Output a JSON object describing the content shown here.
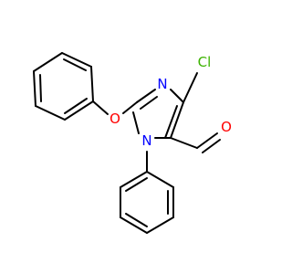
{
  "molecule": {
    "atoms": {
      "cl": {
        "text": "Cl",
        "color": "#3cb300"
      },
      "n3": {
        "text": "N",
        "color": "#0000ff"
      },
      "n1": {
        "text": "N",
        "color": "#0000ff"
      },
      "o_ether": {
        "text": "O",
        "color": "#ff0000"
      },
      "o_aldehyde": {
        "text": "O",
        "color": "#ff0000"
      }
    },
    "bond_color": "#000000"
  }
}
